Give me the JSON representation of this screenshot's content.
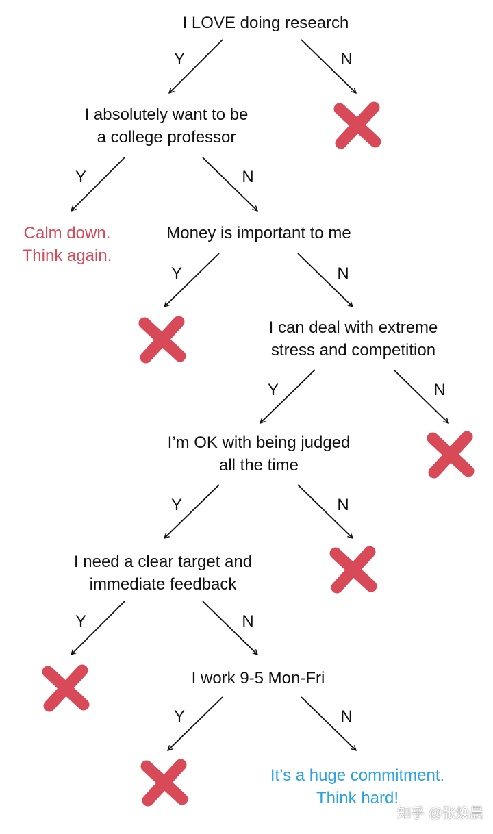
{
  "nodes": {
    "love_research": "I LOVE doing research",
    "professor_line1": "I absolutely want to be",
    "professor_line2": "a college professor",
    "money": "Money is important to me",
    "stress_line1": "I can deal with extreme",
    "stress_line2": "stress and competition",
    "judged_line1": "I’m OK with being judged",
    "judged_line2": "all the time",
    "target_line1": "I need a clear target and",
    "target_line2": "immediate feedback",
    "work_hours": "I work 9-5 Mon-Fri"
  },
  "branch_labels": {
    "yes": "Y",
    "no": "N"
  },
  "outcomes": {
    "calm_line1": "Calm down.",
    "calm_line2": "Think again.",
    "commit_line1": "It’s a huge commitment.",
    "commit_line2": "Think hard!"
  },
  "icons": {
    "reject": "cross-mark-icon"
  },
  "colors": {
    "text": "#111111",
    "reject": "#D94A58",
    "warning": "#D94A58",
    "encourage": "#2AA3E0",
    "arrow": "#111111"
  },
  "watermark": "知乎 @张焕晨"
}
